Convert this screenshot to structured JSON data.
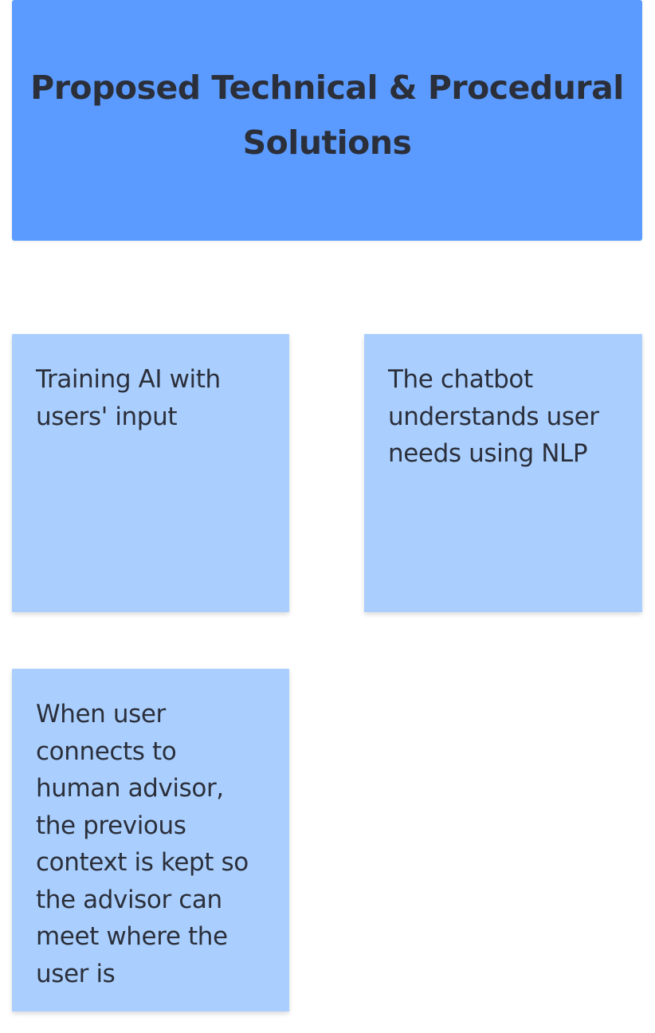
{
  "header": {
    "title": "Proposed Technical & Procedural Solutions",
    "color": "#5b9bff"
  },
  "notes": [
    {
      "text": "Training AI with users' input"
    },
    {
      "text": "The chatbot understands user needs using NLP"
    },
    {
      "text": "When user connects to human advisor, the previous context is kept so the advisor can meet where the user is"
    }
  ],
  "colors": {
    "note_background": "#aacfff",
    "text": "#2b2f3a"
  }
}
